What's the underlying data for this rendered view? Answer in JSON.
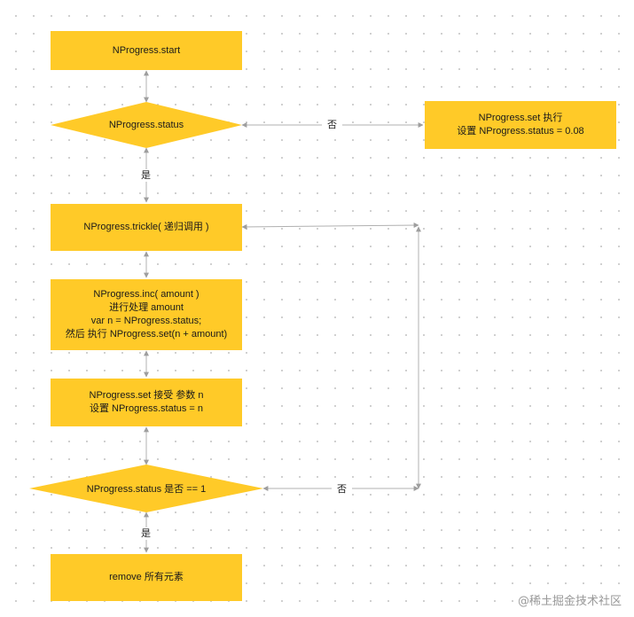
{
  "nodes": {
    "start": "NProgress.start",
    "status_check": "NProgress.status",
    "set_default": [
      "NProgress.set 执行",
      "设置 NProgress.status = 0.08"
    ],
    "trickle": "NProgress.trickle( 递归调用 )",
    "inc": [
      "NProgress.inc( amount )",
      "进行处理 amount",
      "var n = NProgress.status;",
      "然后 执行 NProgress.set(n + amount)"
    ],
    "set": [
      "NProgress.set 接受 参数 n",
      "设置 NProgress.status = n"
    ],
    "done_check": "NProgress.status 是否 == 1",
    "remove": "remove 所有元素"
  },
  "edge_labels": {
    "no_top": "否",
    "yes_top": "是",
    "no_bottom": "否",
    "yes_bottom": "是"
  },
  "watermark": "@稀土掘金技术社区",
  "colors": {
    "node_fill": "#FFCA28",
    "edge": "#b0b0b0"
  }
}
